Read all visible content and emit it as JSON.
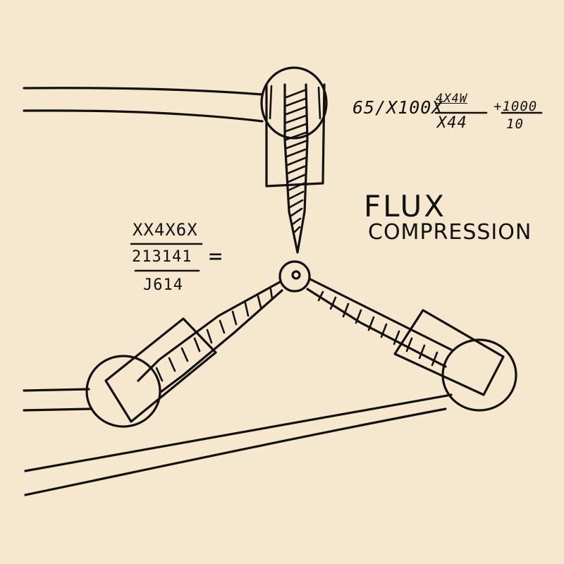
{
  "title": {
    "line1": "FLUX",
    "line2": "COMPRESSION"
  },
  "formula_top": {
    "part1": "65/X100X",
    "fraction_top": "4X4W",
    "fraction_bottom": "X44",
    "plus_top": "+1000",
    "plus_bottom": "10"
  },
  "formula_left": {
    "numerator": "XX4X6X",
    "middle": "213141",
    "denominator": "J614",
    "equals": "="
  },
  "colors": {
    "paper": "#f6e8cf",
    "ink": "#111111"
  }
}
